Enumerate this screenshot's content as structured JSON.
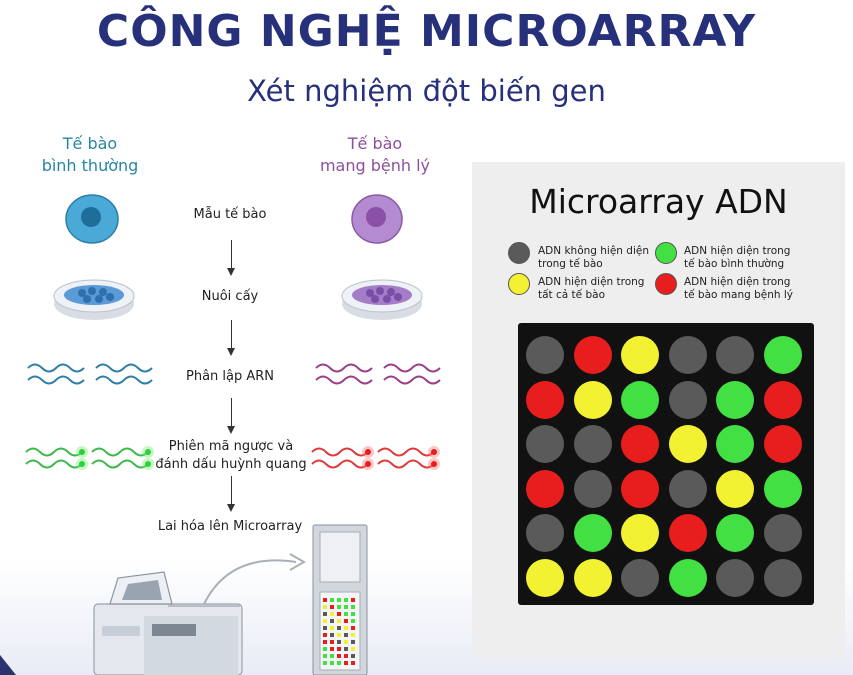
{
  "header": {
    "title": "CÔNG NGHỆ MICROARRAY",
    "subtitle": "Xét nghiệm đột biến gen"
  },
  "columns": {
    "normal_line1": "Tế bào",
    "normal_line2": "bình thường",
    "disease_line1": "Tế bào",
    "disease_line2": "mang bệnh lý"
  },
  "steps": [
    {
      "line1": "Mẫu tế bào",
      "line2": ""
    },
    {
      "line1": "Nuôi cấy",
      "line2": ""
    },
    {
      "line1": "Phân lập ARN",
      "line2": ""
    },
    {
      "line1": "Phiên mã ngược và",
      "line2": "đánh dấu huỳnh quang"
    },
    {
      "line1": "Lai hóa lên Microarray",
      "line2": ""
    }
  ],
  "panel": {
    "title": "Microarray ADN",
    "legend": [
      {
        "line1": "ADN không hiện diện",
        "line2": "trong tế bào",
        "color": "#5a5a5a"
      },
      {
        "line1": "ADN hiện diện trong",
        "line2": "tế bào bình thường",
        "color": "#43e043"
      },
      {
        "line1": "ADN hiện diện trong",
        "line2": "tất cả tế bào",
        "color": "#f2f233"
      },
      {
        "line1": "ADN hiện diện trong",
        "line2": "tế bào mang bệnh lý",
        "color": "#e81e1e"
      }
    ]
  },
  "colors": {
    "gray": "#5a5a5a",
    "green": "#43e043",
    "yellow": "#f2f233",
    "red": "#e81e1e",
    "title": "#27307a",
    "normal_cell": "#2785a6",
    "disease_cell": "#8b4f9e"
  },
  "microarray_grid": [
    [
      "gray",
      "red",
      "yellow",
      "gray",
      "gray",
      "green"
    ],
    [
      "red",
      "yellow",
      "green",
      "gray",
      "green",
      "red"
    ],
    [
      "gray",
      "gray",
      "red",
      "yellow",
      "green",
      "red"
    ],
    [
      "red",
      "gray",
      "red",
      "gray",
      "yellow",
      "green"
    ],
    [
      "gray",
      "green",
      "yellow",
      "red",
      "green",
      "gray"
    ],
    [
      "yellow",
      "yellow",
      "gray",
      "green",
      "gray",
      "gray"
    ]
  ]
}
